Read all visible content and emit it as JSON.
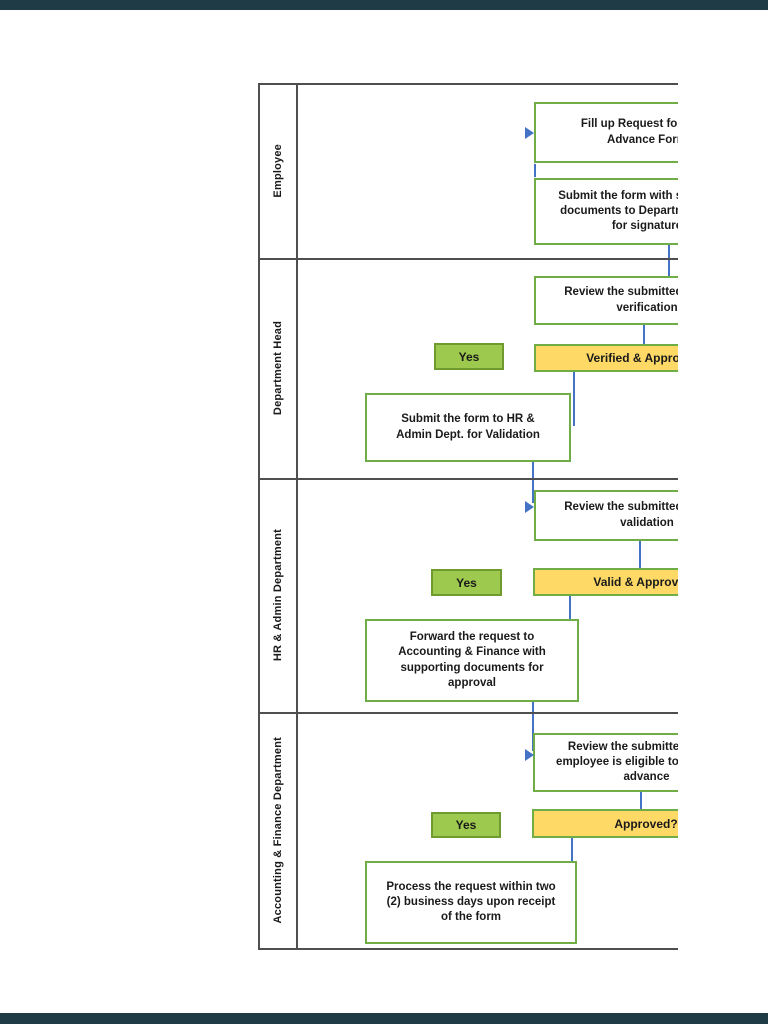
{
  "document": {
    "type": "swimlane-flowchart",
    "viewer_bar_color": "#1f3b45",
    "page_background": "#ffffff"
  },
  "colors": {
    "lane_line": "#4f4f4f",
    "process_border": "#70AD47",
    "decision_fill": "#FFD966",
    "yes_fill": "#9DC94E",
    "yes_border": "#6E9A2F",
    "connector": "#4472C4",
    "text": "#1a1a1a"
  },
  "lanes": [
    {
      "label": "Employee"
    },
    {
      "label": "Department Head"
    },
    {
      "label": "HR & Admin Department"
    },
    {
      "label": "Accounting & Finance Department"
    }
  ],
  "employee": {
    "fill_form": "Fill up Request for Cash\nAdvance Form",
    "submit_form": "Submit the form with supporting\ndocuments to Department Head\nfor signature"
  },
  "department_head": {
    "review": "Review the submitted form for\nverification",
    "decision": "Verified & Approved?",
    "yes": "Yes",
    "action": "Submit the form to HR &\nAdmin Dept. for Validation"
  },
  "hr_admin": {
    "review": "Review the submitted form for\nvalidation",
    "decision": "Valid & Approved?",
    "yes": "Yes",
    "action": "Forward the request to\nAccounting & Finance with\nsupporting documents for\napproval"
  },
  "accounting": {
    "review": "Review the submitted form if\nemployee is eligible to avail cash\nadvance",
    "decision": "Approved?",
    "yes": "Yes",
    "action": "Process the request within two\n(2) business days upon receipt\nof the form"
  }
}
